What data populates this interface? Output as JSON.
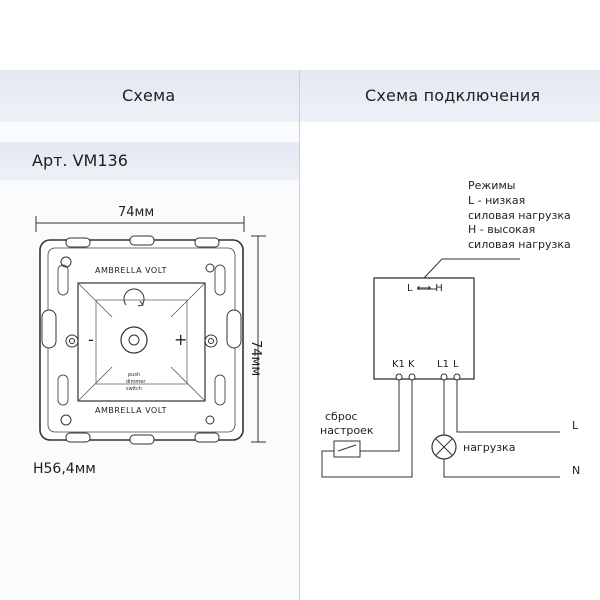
{
  "headers": {
    "left": "Схема",
    "right": "Схема подключения"
  },
  "article": "Арт. VM136",
  "dimensions": {
    "width": "74мм",
    "height": "74мм",
    "depth": "H56,4мм"
  },
  "device": {
    "brand": "AMBRELLA VOLT",
    "center_label_1": "push",
    "center_label_2": "dimmer",
    "center_label_3": "switch",
    "minus": "-",
    "plus": "+"
  },
  "wiring": {
    "modes_title": "Режимы",
    "mode_low": "L - низкая",
    "mode_low2": "силовая нагрузка",
    "mode_high": "H - высокая",
    "mode_high2": "силовая нагрузка",
    "switch_label": "L ⟷ H",
    "terminals": [
      "K1",
      "K",
      "L1",
      "L"
    ],
    "reset_1": "сброс",
    "reset_2": "настроек",
    "load": "нагрузка",
    "line_L": "L",
    "line_N": "N"
  },
  "colors": {
    "band": "#e2e7f1",
    "line": "#3a3a3a"
  }
}
